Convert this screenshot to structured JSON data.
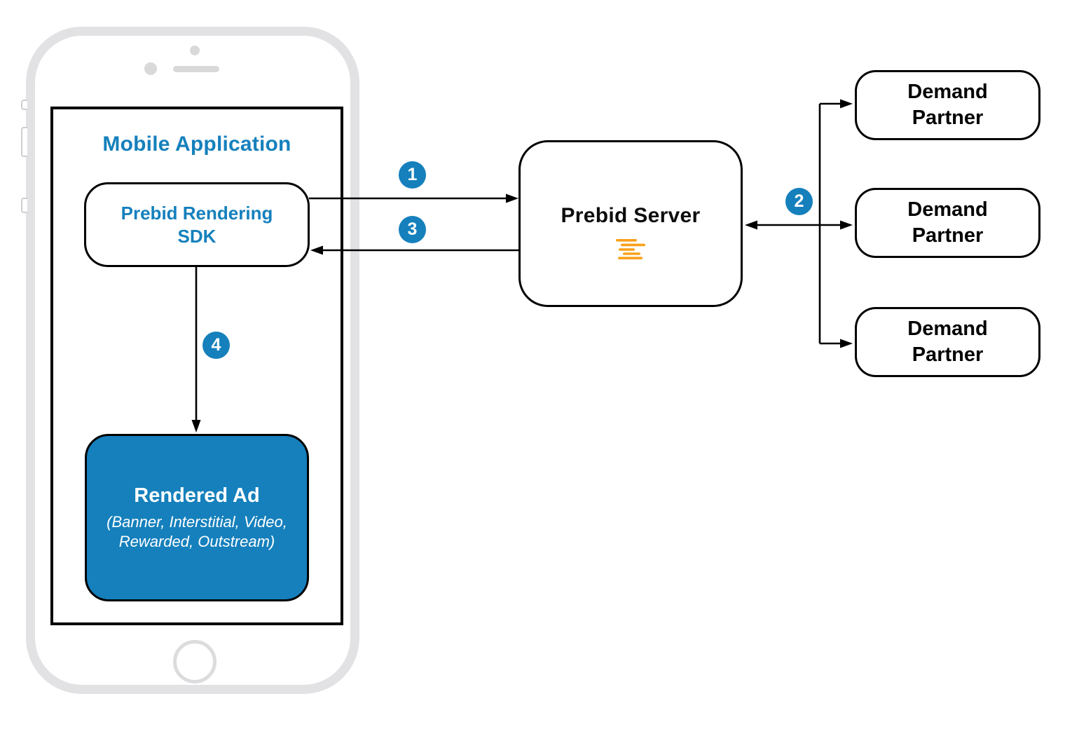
{
  "colors": {
    "accent_blue": "#1580bc",
    "orange": "#f9a11b",
    "phone_gray": "#e2e2e4",
    "line_black": "#000000"
  },
  "mobile_app": {
    "title": "Mobile Application"
  },
  "sdk_box": {
    "line1": "Prebid Rendering",
    "line2": "SDK"
  },
  "rendered_ad": {
    "title": "Rendered Ad",
    "subtitle_line1": "(Banner, Interstitial, Video,",
    "subtitle_line2": "Rewarded, Outstream)"
  },
  "prebid_server": {
    "title": "Prebid Server",
    "icon": "prebid-logo-icon"
  },
  "demand_partners": [
    {
      "line1": "Demand",
      "line2": "Partner"
    },
    {
      "line1": "Demand",
      "line2": "Partner"
    },
    {
      "line1": "Demand",
      "line2": "Partner"
    }
  ],
  "steps": {
    "step1": "1",
    "step2": "2",
    "step3": "3",
    "step4": "4"
  }
}
